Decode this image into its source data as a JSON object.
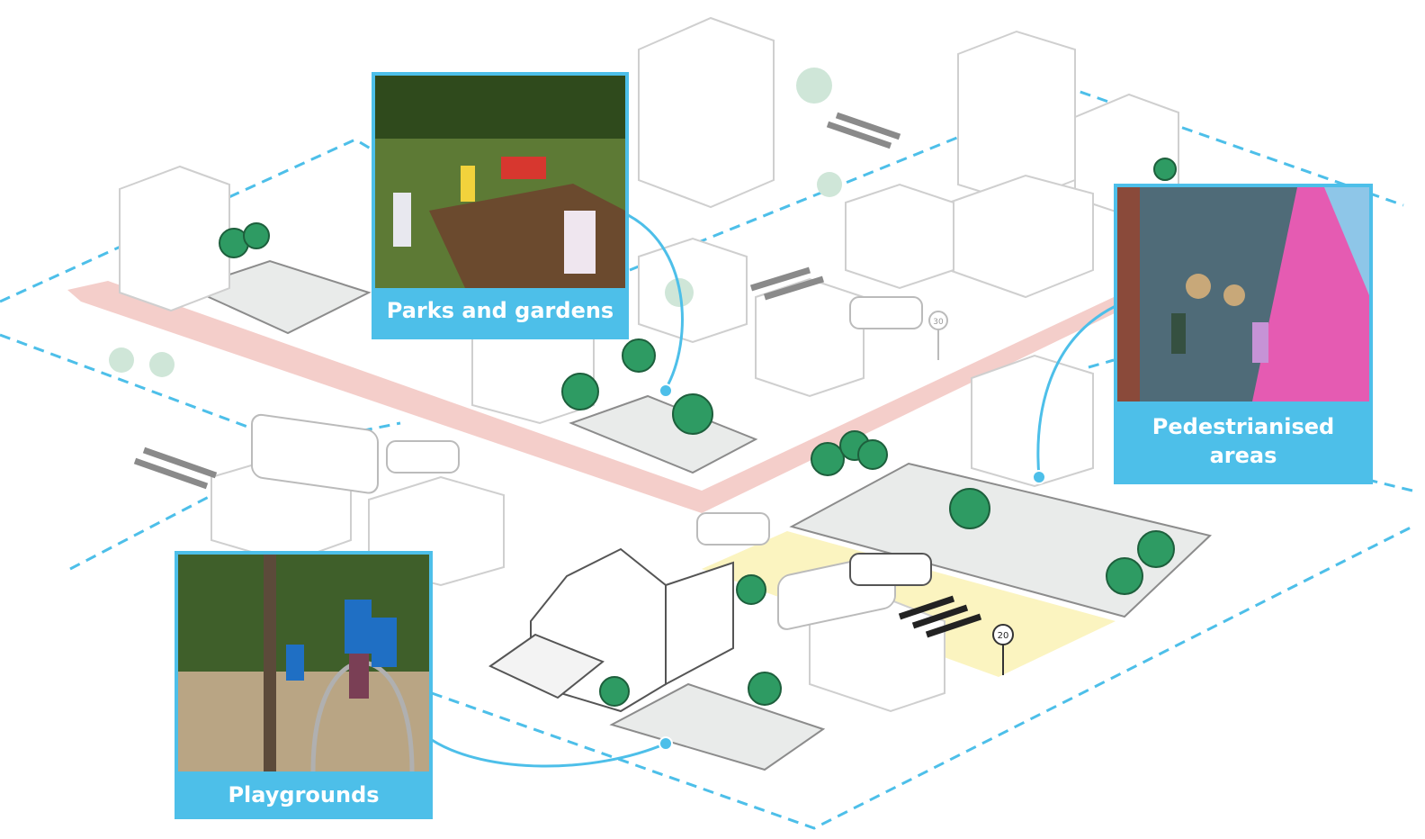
{
  "callouts": {
    "parks": {
      "label": "Parks and gardens"
    },
    "pedestrian": {
      "label_line1": "Pedestrianised",
      "label_line2": "areas"
    },
    "playgrounds": {
      "label": "Playgrounds"
    }
  },
  "speed_signs": {
    "sign1": "30",
    "sign2": "20"
  },
  "colors": {
    "accent": "#4dbfe9",
    "cycle_lane": "#f2c6c1",
    "plaza": "#fbf4c0",
    "greenery": "#2e9b63",
    "linework": "#9a9a9a"
  }
}
